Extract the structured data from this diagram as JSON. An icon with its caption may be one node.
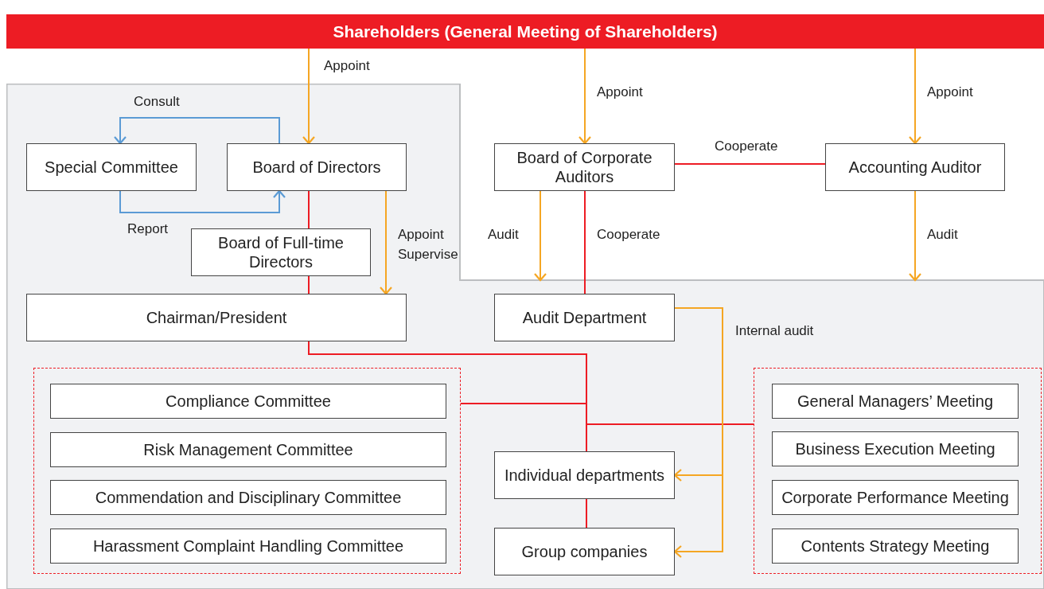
{
  "diagram": {
    "nodes": [
      {
        "text": [
          "Shareholders (General Meeting of Shareholders)"
        ]
      },
      {
        "text": [],
        "shape": "box"
      },
      {
        "text": [
          "Special Committee"
        ],
        "in": 1
      },
      {
        "text": [
          "Board of Directors"
        ],
        "in": 1
      },
      {
        "text": [
          "Board of Corporate Auditors"
        ]
      },
      {
        "text": [
          "Accounting Auditor"
        ]
      },
      {
        "text": [
          "Board of Full-time Directors"
        ],
        "in": 1
      },
      {
        "text": [
          "Chairman/President"
        ],
        "in": 1
      },
      {
        "text": [
          "Audit Department"
        ],
        "in": 1
      },
      {
        "text": [],
        "shape": "box",
        "in": 1
      },
      {
        "text": [
          "Compliance Committee"
        ],
        "in": 9
      },
      {
        "text": [
          "Risk Management Committee"
        ],
        "in": 9
      },
      {
        "text": [
          "Commendation and Disciplinary Committee"
        ],
        "in": 9
      },
      {
        "text": [
          "Harassment Complaint Handling Committee"
        ],
        "in": 9
      },
      {
        "text": [
          "Individual departments"
        ],
        "in": 1
      },
      {
        "text": [
          "Group companies"
        ],
        "in": 1
      },
      {
        "text": [],
        "shape": "box",
        "in": 1
      },
      {
        "text": [
          "General Managers’ Meeting"
        ],
        "in": 16
      },
      {
        "text": [
          "Business Execution Meeting"
        ],
        "in": 16
      },
      {
        "text": [
          "Corporate Performance Meeting"
        ],
        "in": 16
      },
      {
        "text": [
          "Contents Strategy Meeting"
        ],
        "in": 16
      }
    ],
    "edges": [
      {
        "from": 0,
        "to": 3,
        "arrow": "to",
        "label": "Appoint"
      },
      {
        "from": 0,
        "to": 4,
        "arrow": "to",
        "label": "Appoint"
      },
      {
        "from": 0,
        "to": 5,
        "arrow": "to",
        "label": "Appoint"
      },
      {
        "from": 3,
        "to": 2,
        "arrow": "to",
        "label": "Consult",
        "color": "#5b9bd5"
      },
      {
        "from": 2,
        "to": 3,
        "arrow": "to",
        "label": "Report",
        "color": "#5b9bd5"
      },
      {
        "from": 4,
        "to": 5,
        "arrow": "none",
        "label": "Cooperate",
        "color": "#ed1c24"
      },
      {
        "from": 3,
        "to": 7,
        "arrow": "to",
        "label": "Appoint Supervise"
      },
      {
        "from": 3,
        "to": 6,
        "arrow": "none",
        "color": "#ed1c24"
      },
      {
        "from": 6,
        "to": 7,
        "arrow": "none",
        "color": "#ed1c24"
      },
      {
        "from": 4,
        "to": 1,
        "arrow": "to",
        "label": "Audit"
      },
      {
        "from": 4,
        "to": 8,
        "arrow": "none",
        "label": "Cooperate",
        "color": "#ed1c24"
      },
      {
        "from": 5,
        "to": 1,
        "arrow": "to",
        "label": "Audit"
      },
      {
        "from": 7,
        "to": 14,
        "arrow": "none",
        "color": "#ed1c24"
      },
      {
        "from": 9,
        "to": 14,
        "arrow": "none",
        "color": "#ed1c24"
      },
      {
        "from": 16,
        "to": 14,
        "arrow": "none",
        "color": "#ed1c24"
      },
      {
        "from": 8,
        "to": 14,
        "arrow": "to",
        "label": "Internal audit"
      },
      {
        "from": 8,
        "to": 15,
        "arrow": "to"
      },
      {
        "from": 14,
        "to": 15,
        "arrow": "none",
        "color": "#ed1c24"
      }
    ]
  }
}
